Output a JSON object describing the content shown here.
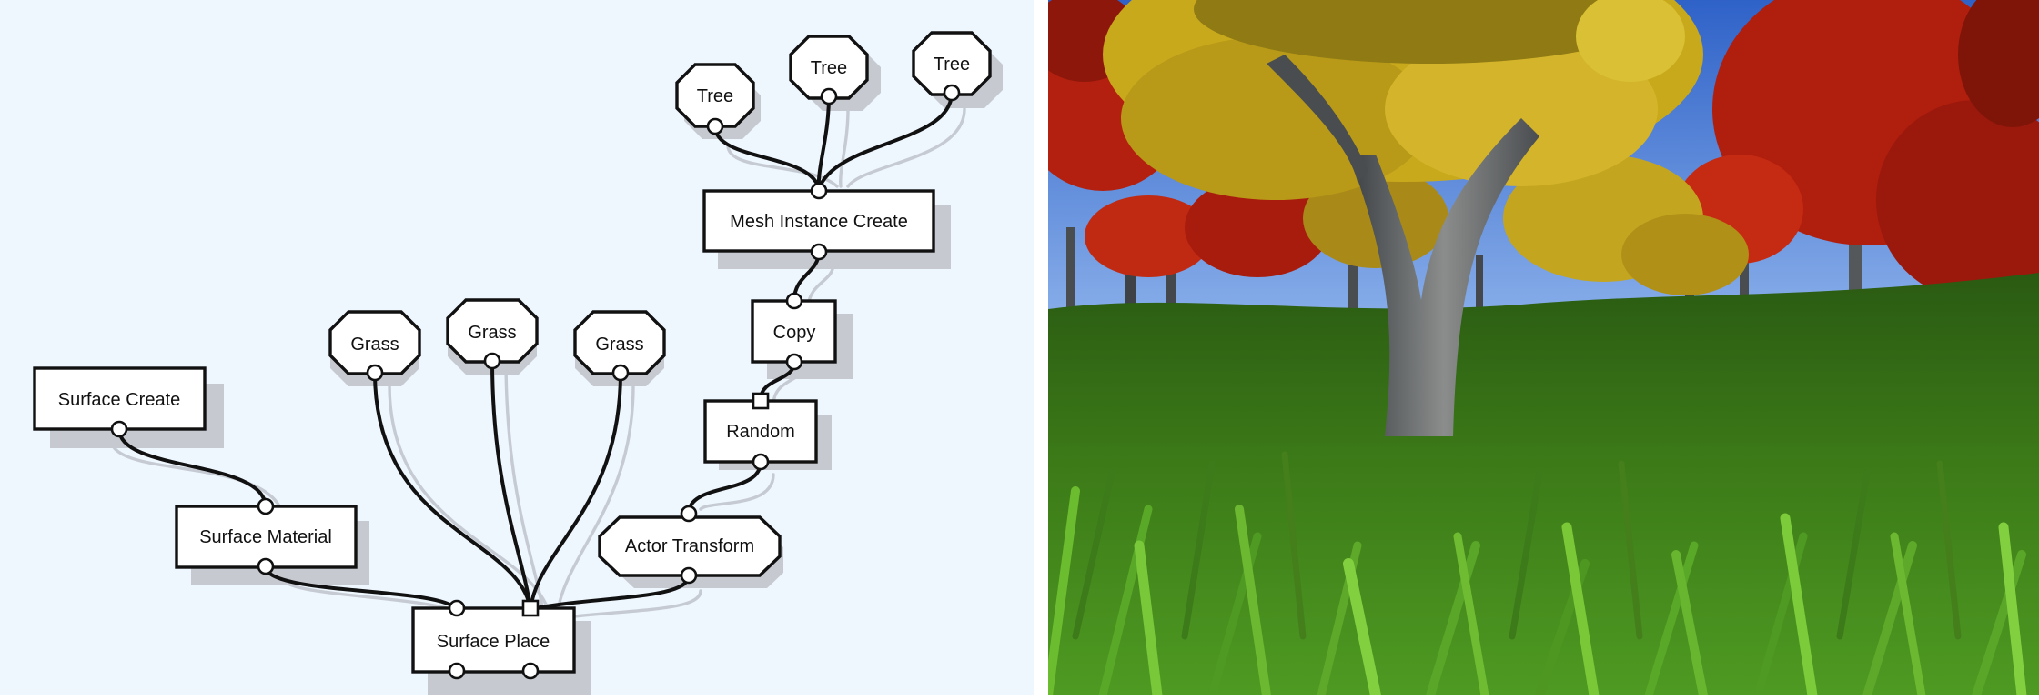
{
  "graph": {
    "nodes": {
      "tree_1": "Tree",
      "tree_2": "Tree",
      "tree_3": "Tree",
      "mesh_instance_create": "Mesh Instance Create",
      "copy": "Copy",
      "random": "Random",
      "actor_transform": "Actor Transform",
      "grass_1": "Grass",
      "grass_2": "Grass",
      "grass_3": "Grass",
      "surface_create": "Surface Create",
      "surface_material": "Surface Material",
      "surface_place": "Surface Place"
    },
    "connections": [
      {
        "from": "tree_1",
        "to": "mesh_instance_create"
      },
      {
        "from": "tree_2",
        "to": "mesh_instance_create"
      },
      {
        "from": "tree_3",
        "to": "mesh_instance_create"
      },
      {
        "from": "mesh_instance_create",
        "to": "copy"
      },
      {
        "from": "copy",
        "to": "random"
      },
      {
        "from": "random",
        "to": "actor_transform"
      },
      {
        "from": "actor_transform",
        "to": "surface_place"
      },
      {
        "from": "grass_1",
        "to": "surface_place"
      },
      {
        "from": "grass_2",
        "to": "surface_place"
      },
      {
        "from": "grass_3",
        "to": "surface_place"
      },
      {
        "from": "surface_create",
        "to": "surface_material"
      },
      {
        "from": "surface_material",
        "to": "surface_place"
      }
    ]
  },
  "scene": {
    "description_icon": "forest-render-image",
    "colors": {
      "sky": "#4f86d9",
      "grass_dark": "#1f4a10",
      "grass_light": "#5fa52a",
      "foliage_yellow": "#c9a91c",
      "foliage_red": "#b3200f",
      "trunk": "#6d6f70"
    }
  }
}
